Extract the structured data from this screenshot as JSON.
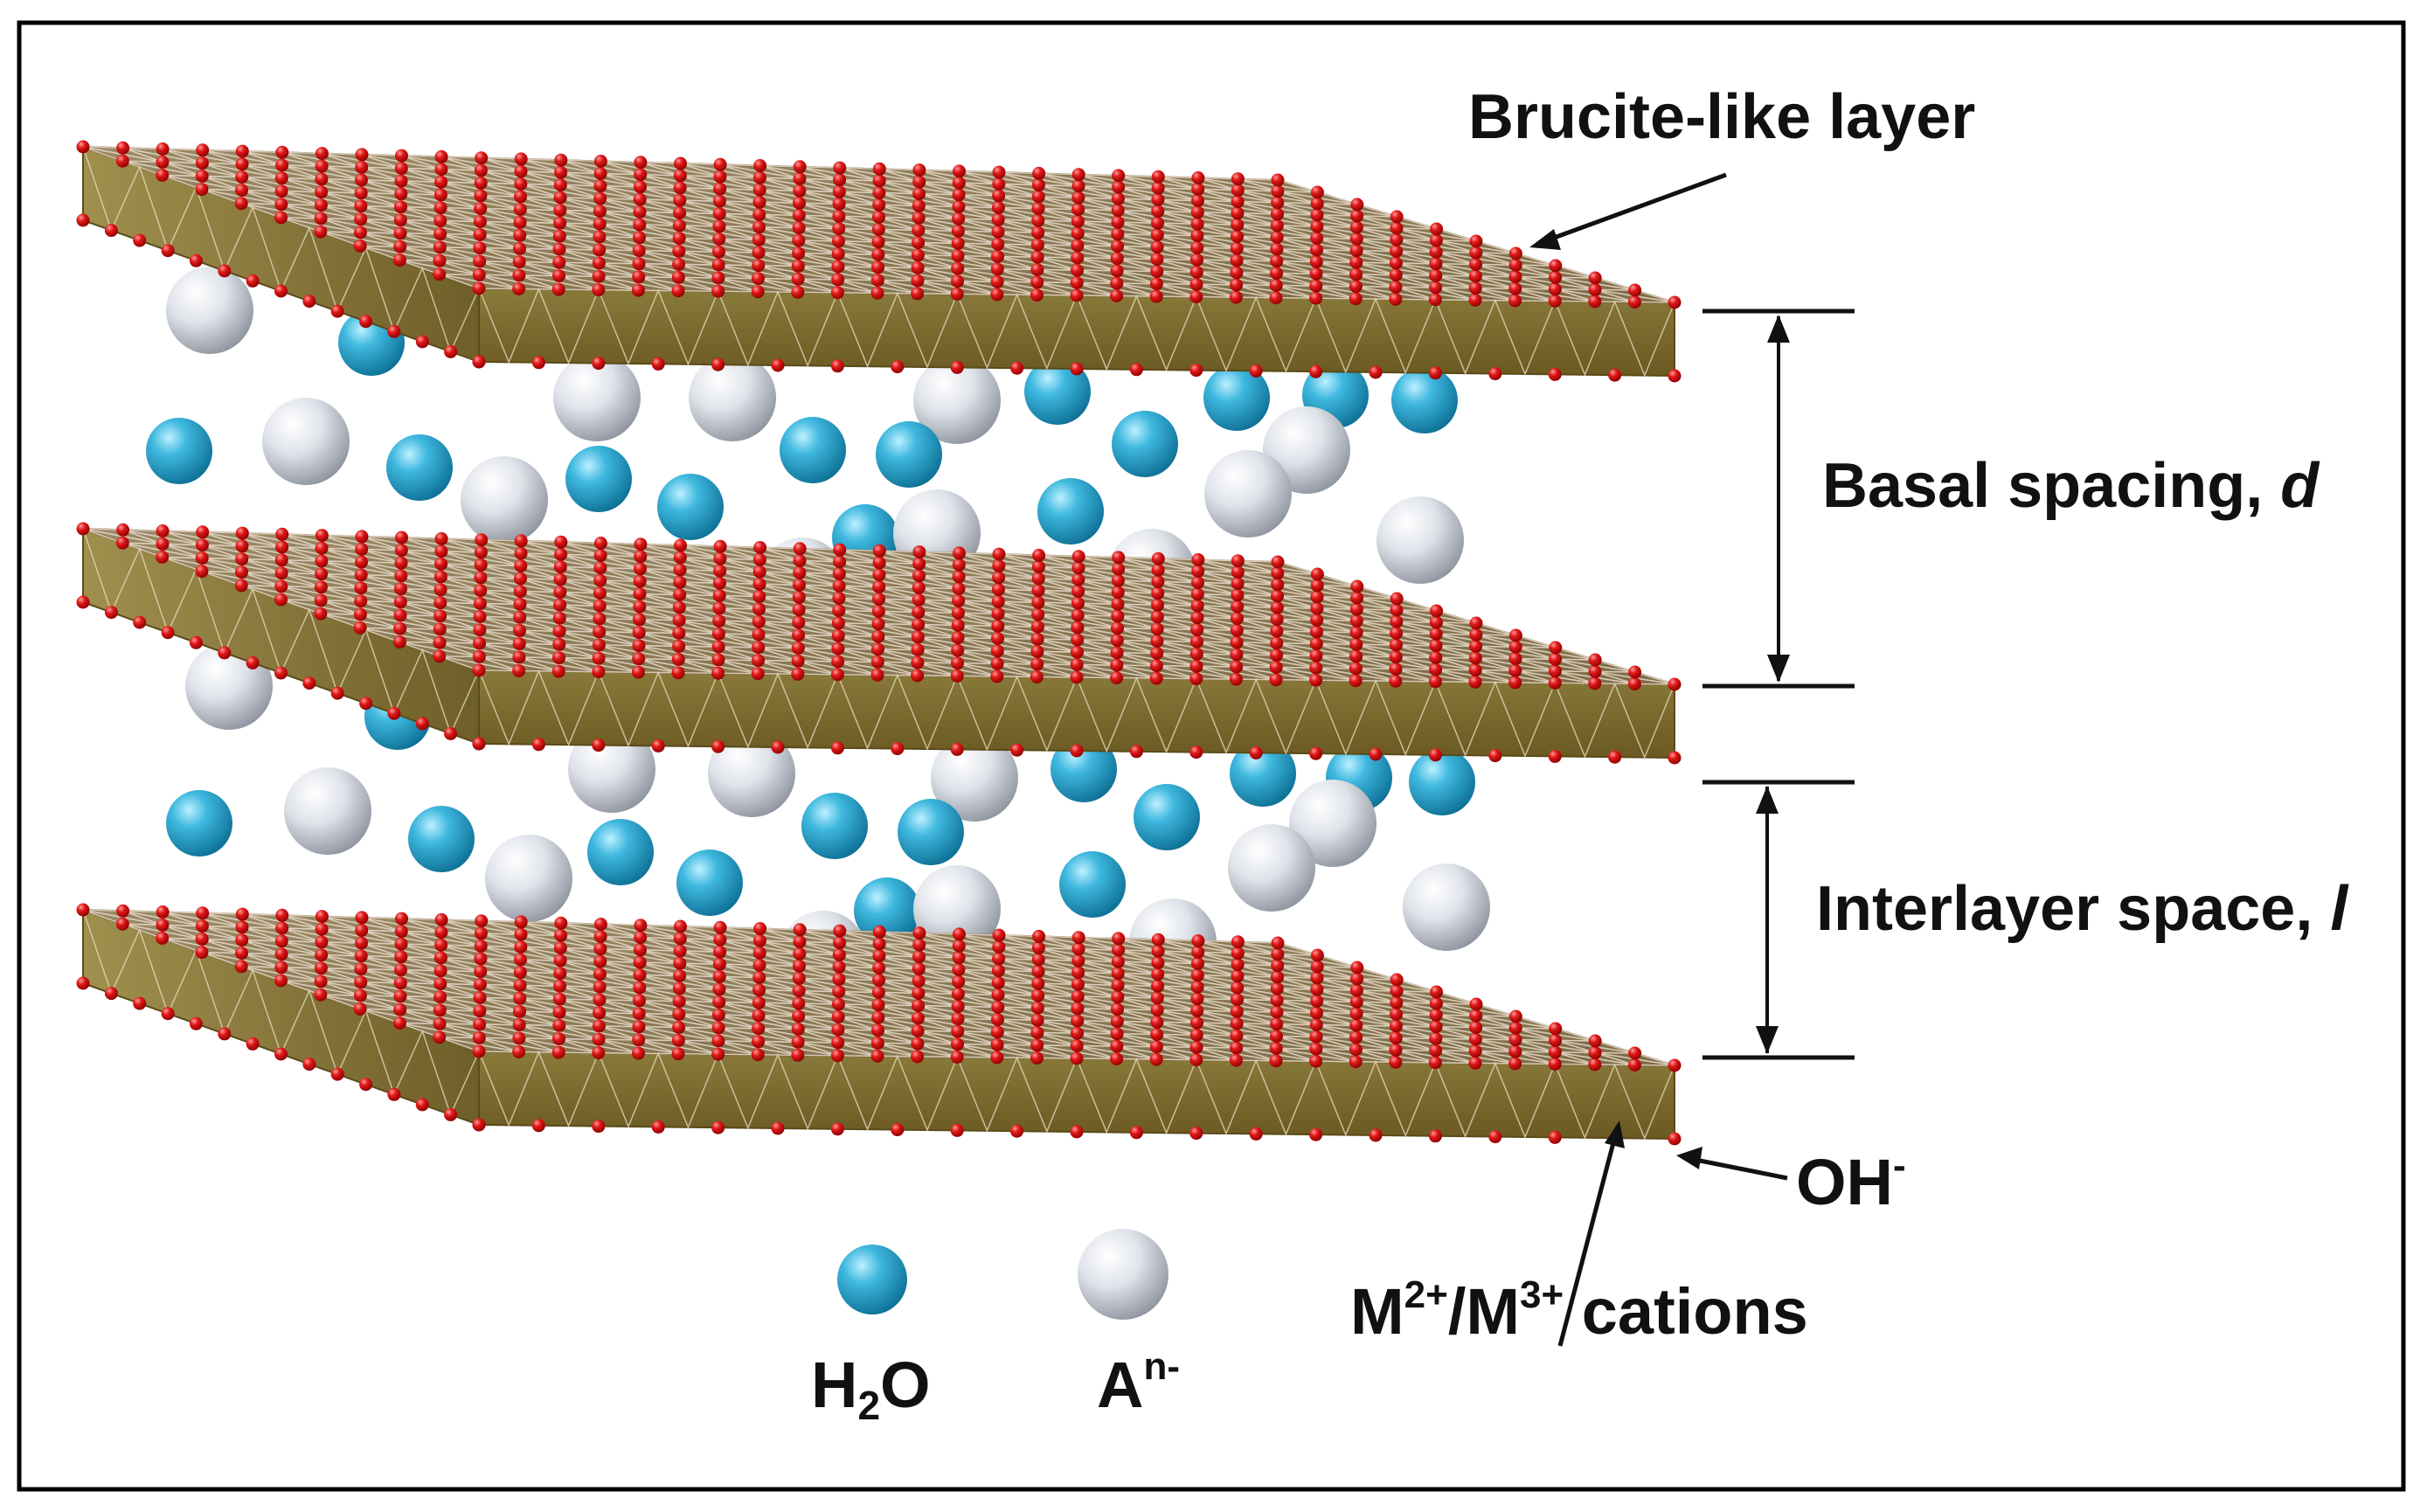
{
  "labels": {
    "brucite": "Brucite-like layer",
    "basal_prefix": "Basal spacing,",
    "basal_symbol": "d",
    "interlayer_prefix": "Interlayer space,",
    "interlayer_symbol": "l",
    "oh_base": "OH",
    "oh_sup": "-",
    "cation_m1": "M",
    "cation_sup1": "2+",
    "cation_slash": "/M",
    "cation_sup2": "3+",
    "cation_word": " cations",
    "legend_h2o_h": "H",
    "legend_h2o_sub": "2",
    "legend_h2o_o": "O",
    "legend_anion_base": "A",
    "legend_anion_sup": "n-"
  },
  "colors": {
    "frame": "#000000",
    "layer_top": "#8a7a48",
    "layer_front": "#7a6a30",
    "layer_side": "#6a5a28",
    "grid_line": "#e8d8c8",
    "oxygen": "#d81818",
    "water": "#2ea6cc",
    "anion": "#d8dde6",
    "text": "#111111"
  }
}
